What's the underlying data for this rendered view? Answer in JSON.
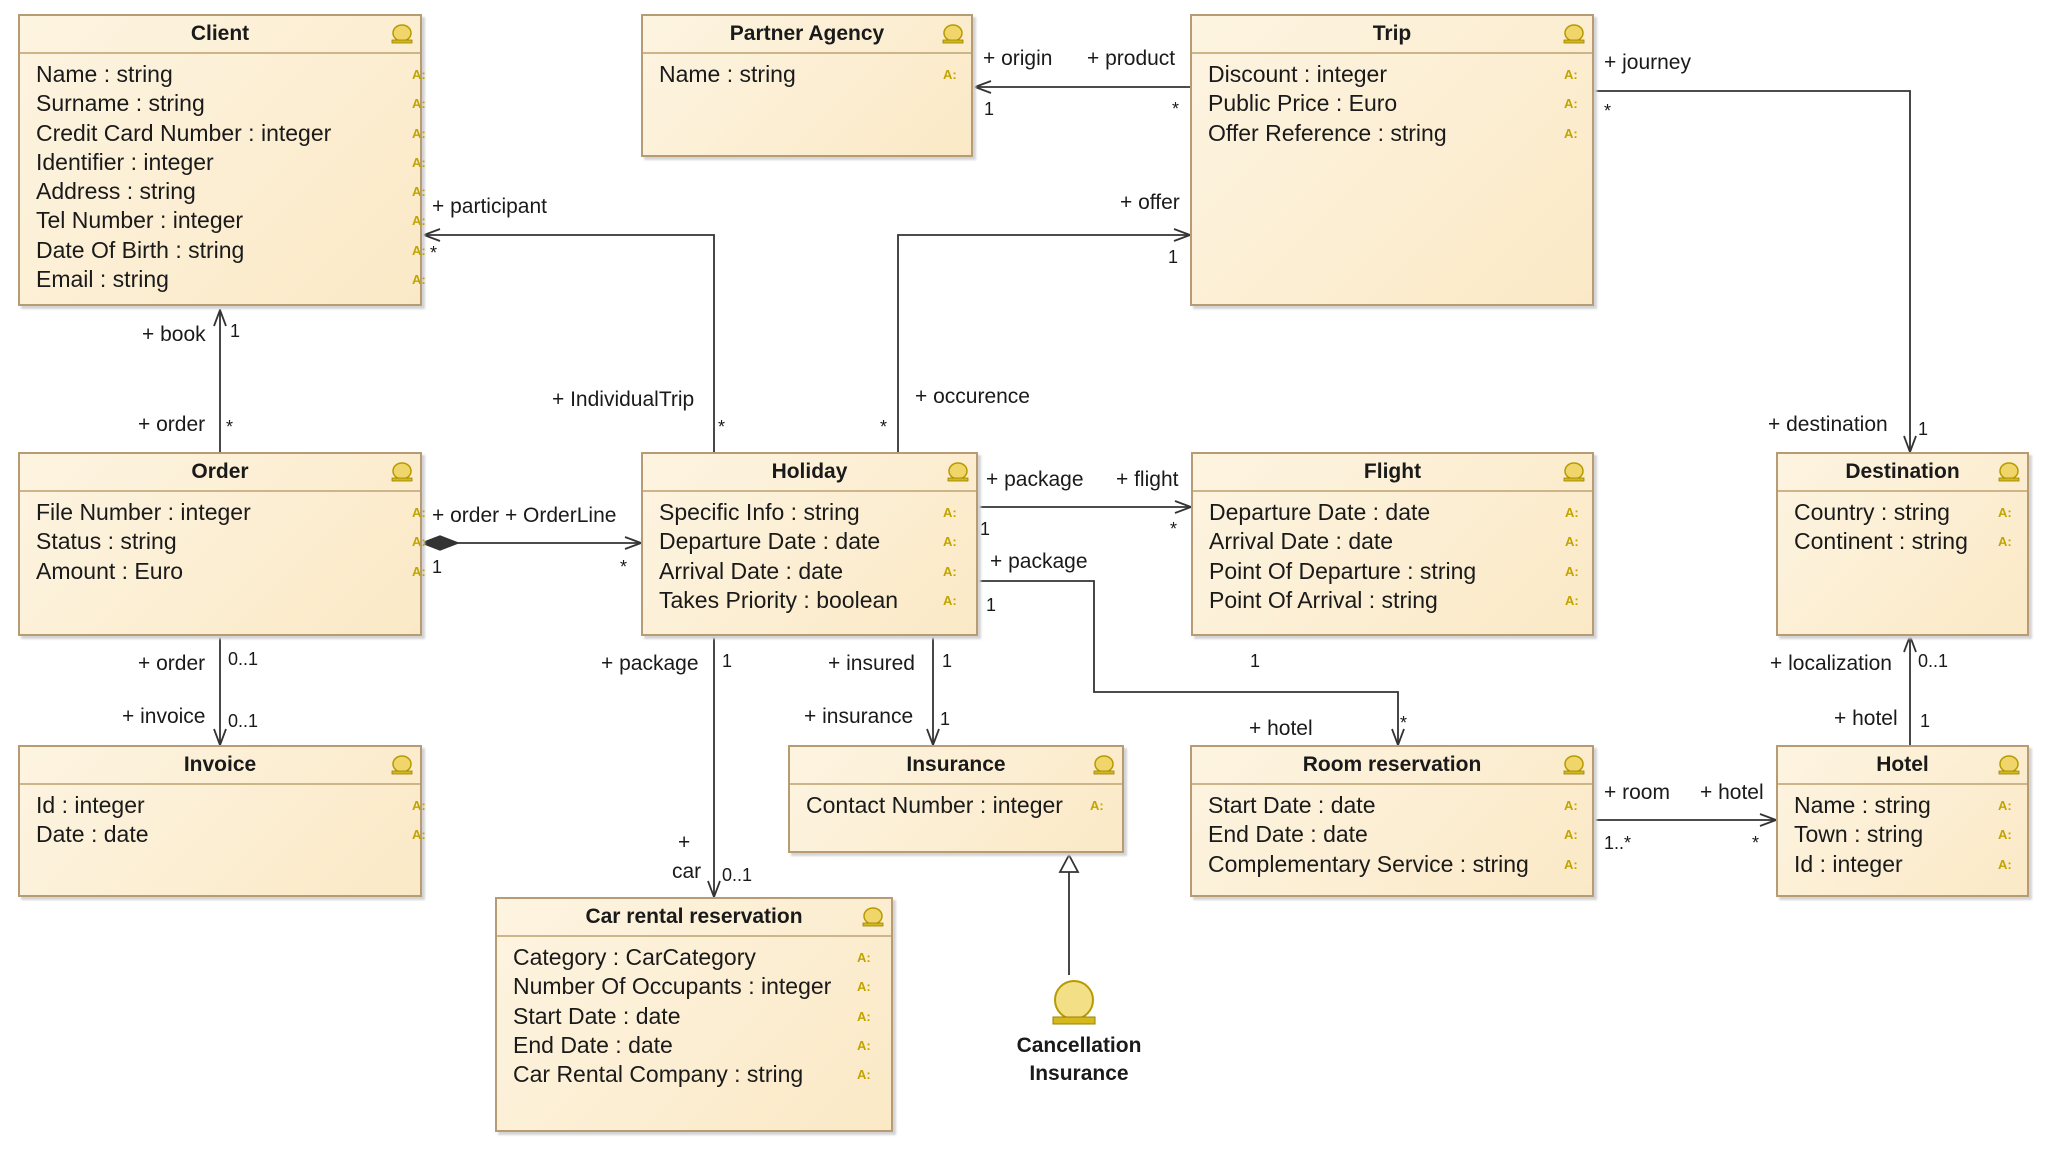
{
  "diagram": {
    "classes": [
      {
        "name": "Client",
        "attributes": [
          "Name : string",
          "Surname : string",
          "Credit Card Number : integer",
          "Identifier : integer",
          "Address : string",
          "Tel Number : integer",
          "Date Of Birth : string",
          "Email : string"
        ]
      },
      {
        "name": "Partner Agency",
        "attributes": [
          "Name : string"
        ]
      },
      {
        "name": "Trip",
        "attributes": [
          "Discount : integer",
          "Public Price : Euro",
          "Offer Reference : string"
        ]
      },
      {
        "name": "Order",
        "attributes": [
          "File Number : integer",
          "Status : string",
          "Amount : Euro"
        ]
      },
      {
        "name": "Holiday",
        "attributes": [
          "Specific Info : string",
          "Departure Date : date",
          "Arrival Date : date",
          "Takes Priority : boolean"
        ]
      },
      {
        "name": "Flight",
        "attributes": [
          "Departure Date : date",
          "Arrival Date : date",
          "Point Of Departure : string",
          "Point Of Arrival : string"
        ]
      },
      {
        "name": "Destination",
        "attributes": [
          "Country : string",
          "Continent : string"
        ]
      },
      {
        "name": "Invoice",
        "attributes": [
          "Id : integer",
          "Date : date"
        ]
      },
      {
        "name": "Insurance",
        "attributes": [
          "Contact Number : integer"
        ]
      },
      {
        "name": "Room reservation",
        "attributes": [
          "Start Date : date",
          "End Date : date",
          "Complementary Service : string"
        ]
      },
      {
        "name": "Hotel",
        "attributes": [
          "Name : string",
          "Town : string",
          "Id : integer"
        ]
      },
      {
        "name": "Car rental reservation",
        "attributes": [
          "Category : CarCategory",
          "Number Of Occupants : integer",
          "Start Date : date",
          "End Date : date",
          "Car Rental Company : string"
        ]
      }
    ],
    "actor": {
      "line1": "Cancellation",
      "line2": "Insurance"
    },
    "visibility_marker": "A:",
    "labels": [
      "+ origin",
      "+ product",
      "+ journey",
      "+ participant",
      "+ offer",
      "+ book",
      "+ order",
      "+ IndividualTrip",
      "+ occurence",
      "+ destination",
      "+ order + OrderLine",
      "+ package",
      "+ flight",
      "+ package",
      "+ order",
      "+ invoice",
      "+ package",
      "+ insured",
      "+ insurance",
      "+ hotel",
      "+ localization",
      "+ hotel",
      "+ room",
      "+ hotel",
      "+",
      "car"
    ],
    "multiplicities": [
      "1",
      "*",
      "*",
      "*",
      "1",
      "1",
      "*",
      "*",
      "*",
      "1",
      "1",
      "*",
      "1",
      "*",
      "1",
      "1",
      "0..1",
      "0..1",
      "1",
      "1",
      "*",
      "0..1",
      "1",
      "1..*",
      "*",
      "1",
      "0..1"
    ]
  },
  "colors": {
    "class_fill": "#fbe9c6",
    "class_border": "#b69b74",
    "icon": "#e8cc58",
    "visibility": "#c2a400"
  }
}
